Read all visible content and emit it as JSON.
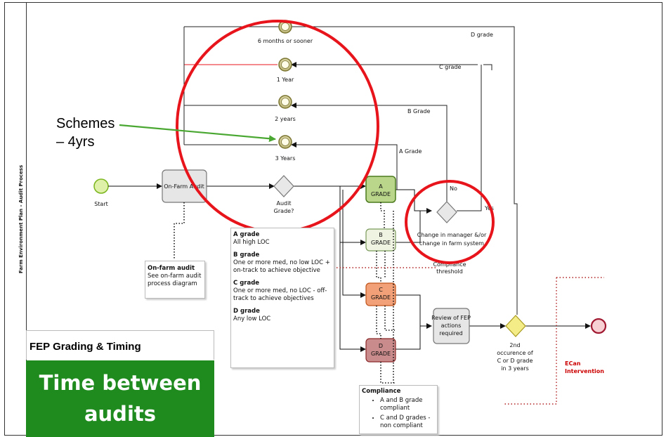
{
  "side_label": "Farm Environment Plan - Audit Process",
  "timers": [
    {
      "label": "6 months or sooner"
    },
    {
      "label": "1 Year"
    },
    {
      "label": "2 years"
    },
    {
      "label": "3 Years"
    }
  ],
  "grade_lines": {
    "d": "D grade",
    "c": "C grade",
    "b": "B Grade",
    "a": "A Grade"
  },
  "start_label": "Start",
  "audit_task_label": "On-Farm Audit",
  "audit_gateway_label": [
    "Audit",
    "Grade?"
  ],
  "grades": [
    {
      "letter": "A",
      "word": "GRADE"
    },
    {
      "letter": "B",
      "word": "GRADE"
    },
    {
      "letter": "C",
      "word": "GRADE"
    },
    {
      "letter": "D",
      "word": "GRADE"
    }
  ],
  "change_gateway_label": [
    "Change in manager &/or",
    "change in farm system"
  ],
  "no_label": "No",
  "yes_label": "Yes",
  "compliance_threshold": [
    "Compliance",
    "threshold"
  ],
  "review_task_label": [
    "Review of FEP",
    "actions",
    "required"
  ],
  "second_gateway_label": [
    "2nd",
    "occurence of",
    "C or D grade",
    "in 3 years"
  ],
  "ecan_label": [
    "ECan",
    "Intervention"
  ],
  "onfarm_note": {
    "title": "On-farm audit",
    "body": "See on-farm audit process diagram"
  },
  "grade_note": [
    {
      "title": "A grade",
      "body": "All high LOC"
    },
    {
      "title": "B grade",
      "body": "One or more med, no low LOC + on-track to achieve objective"
    },
    {
      "title": "C grade",
      "body": "One or more med, no LOC - off-track to achieve objectives"
    },
    {
      "title": "D grade",
      "body": "Any low LOC"
    }
  ],
  "compliance_note": {
    "title": "Compliance",
    "items": [
      "A and B grade compliant",
      "C and D grades - non compliant"
    ]
  },
  "fep_heading": "FEP Grading & Timing",
  "time_between": "Time between audits",
  "schemes_label": [
    "Schemes",
    "– 4yrs"
  ],
  "colors": {
    "red_annotation": "#e8141b",
    "green_box": "#1f8b1f",
    "arrow_green": "#4aa832",
    "ecan_red": "#cc0000"
  }
}
